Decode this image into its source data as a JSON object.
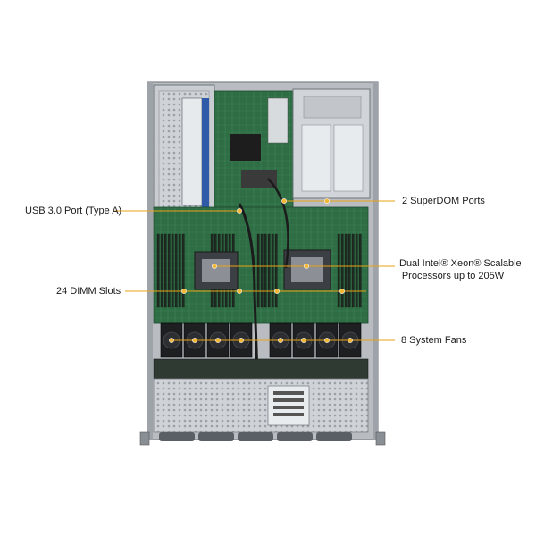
{
  "callouts": {
    "usb": "USB 3.0 Port (Type A)",
    "dimm": "24 DIMM Slots",
    "superdom": "2 SuperDOM Ports",
    "cpu_line1": "Dual Intel® Xeon® Scalable",
    "cpu_line2": "Processors up to 205W",
    "fans": "8 System Fans"
  },
  "colors": {
    "leader": "#e8a317",
    "dot": "#f2b632",
    "pcb": "#2f6d45",
    "chassis": "#b9bdc2",
    "panel": "#d7dadd"
  }
}
